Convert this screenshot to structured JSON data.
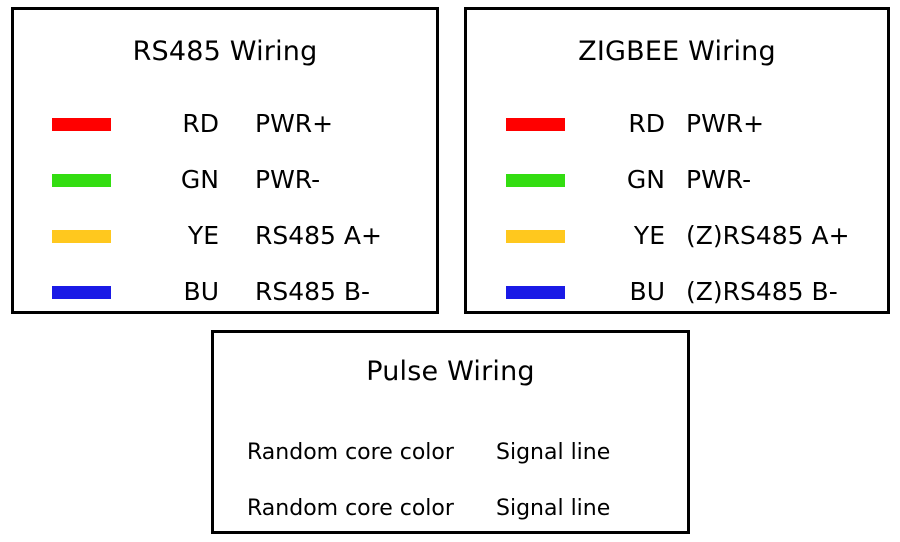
{
  "page": {
    "background": "#ffffff",
    "line_color": "#000000"
  },
  "palette": {
    "red": "#ff0000",
    "green": "#33dd11",
    "yellow": "#ffc81e",
    "blue": "#1a1ae6"
  },
  "panels": {
    "rs485": {
      "title": "RS485 Wiring",
      "rows": [
        {
          "swatch_color": "#ff0000",
          "swatch_name": "red-wire-swatch",
          "code": "RD",
          "function": "PWR+"
        },
        {
          "swatch_color": "#33dd11",
          "swatch_name": "green-wire-swatch",
          "code": "GN",
          "function": "PWR-"
        },
        {
          "swatch_color": "#ffc81e",
          "swatch_name": "yellow-wire-swatch",
          "code": "YE",
          "function": "RS485 A+"
        },
        {
          "swatch_color": "#1a1ae6",
          "swatch_name": "blue-wire-swatch",
          "code": "BU",
          "function": "RS485 B-"
        }
      ]
    },
    "zigbee": {
      "title": "ZIGBEE Wiring",
      "rows": [
        {
          "swatch_color": "#ff0000",
          "swatch_name": "red-wire-swatch",
          "code": "RD",
          "function": "PWR+"
        },
        {
          "swatch_color": "#33dd11",
          "swatch_name": "green-wire-swatch",
          "code": "GN",
          "function": "PWR-"
        },
        {
          "swatch_color": "#ffc81e",
          "swatch_name": "yellow-wire-swatch",
          "code": "YE",
          "function": "(Z)RS485 A+"
        },
        {
          "swatch_color": "#1a1ae6",
          "swatch_name": "blue-wire-swatch",
          "code": "BU",
          "function": "(Z)RS485 B-"
        }
      ]
    },
    "pulse": {
      "title": "Pulse Wiring",
      "rows": [
        {
          "core": "Random core color",
          "signal": "Signal line"
        },
        {
          "core": "Random core color",
          "signal": "Signal line"
        }
      ]
    }
  }
}
